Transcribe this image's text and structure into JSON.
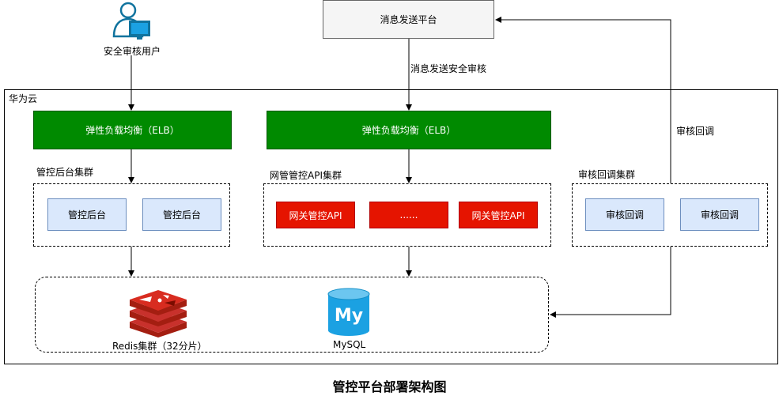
{
  "user": {
    "label": "安全审核用户"
  },
  "platform": {
    "label": "消息发送平台"
  },
  "edge_label_security": "消息发送安全审核",
  "edge_label_callback": "审核回调",
  "cloud": {
    "label": "华为云"
  },
  "elb_left": {
    "label": "弹性负载均衡（ELB）"
  },
  "elb_right": {
    "label": "弹性负载均衡（ELB）"
  },
  "admin_cluster": {
    "label": "管控后台集群",
    "nodes": [
      "管控后台",
      "管控后台"
    ]
  },
  "gateway_cluster": {
    "label": "网管管控API集群",
    "nodes": [
      "网关管控API",
      "......",
      "网关管控API"
    ]
  },
  "callback_cluster": {
    "label": "审核回调集群",
    "nodes": [
      "审核回调",
      "审核回调"
    ]
  },
  "storage": {
    "redis_label": "Redis集群（32分片）",
    "mysql_label": "MySQL",
    "mysql_logo_text": "My"
  },
  "diagram_title": "管控平台部署架构图",
  "colors": {
    "elb_green": "#008a00",
    "node_blue": "#dae8fc",
    "node_red": "#e51400",
    "redis_red": "#c8312c",
    "mysql_blue": "#1ba1e2"
  }
}
